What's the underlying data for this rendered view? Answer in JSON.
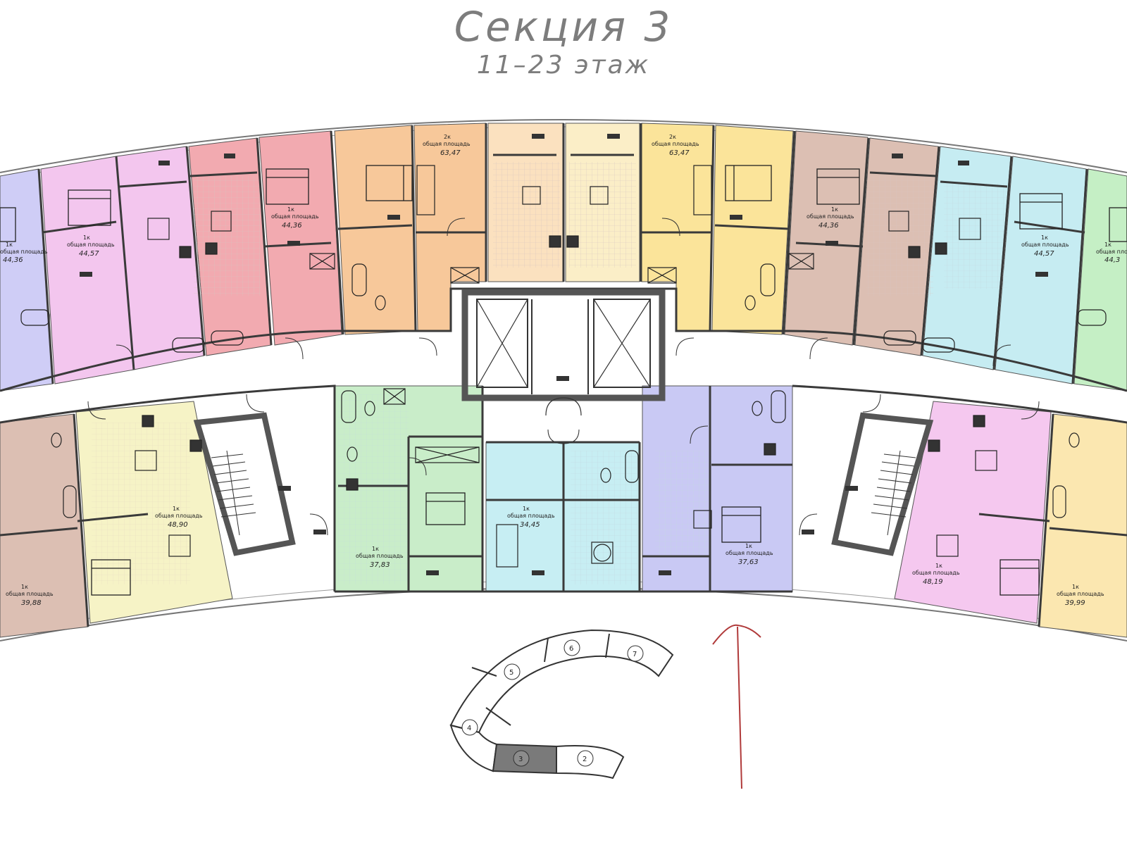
{
  "header": {
    "title": "Секция 3",
    "subtitle": "11–23 этаж"
  },
  "apartments": [
    {
      "id": "a1",
      "rooms": "1к",
      "label": "общая площадь",
      "area": "44,36",
      "color": "#cfcdf6"
    },
    {
      "id": "a2",
      "rooms": "1к",
      "label": "общая площадь",
      "area": "44,57",
      "color": "#f3c6ee"
    },
    {
      "id": "a3",
      "rooms": "1к",
      "label": "общая площадь",
      "area": "44,36",
      "color": "#f2aab0"
    },
    {
      "id": "a4",
      "rooms": "2к",
      "label": "общая площадь",
      "area": "63,47",
      "color": "#f7c89a"
    },
    {
      "id": "a5",
      "rooms": "",
      "label": "",
      "area": "",
      "color": "#fbe1bf"
    },
    {
      "id": "a6",
      "rooms": "",
      "label": "",
      "area": "",
      "color": "#fbeec7"
    },
    {
      "id": "a7",
      "rooms": "2к",
      "label": "общая площадь",
      "area": "63,47",
      "color": "#fbe49a"
    },
    {
      "id": "a8",
      "rooms": "1к",
      "label": "общая площадь",
      "area": "44,36",
      "color": "#dcbfb3"
    },
    {
      "id": "a9",
      "rooms": "1к",
      "label": "общая площадь",
      "area": "44,57",
      "color": "#c6ecf2"
    },
    {
      "id": "a10",
      "rooms": "1к",
      "label": "общая площадь",
      "area": "44,3",
      "color": "#c5efc5"
    },
    {
      "id": "b1",
      "rooms": "1к",
      "label": "общая площадь",
      "area": "39,88",
      "color": "#dcbfb3"
    },
    {
      "id": "b2",
      "rooms": "1к",
      "label": "общая площадь",
      "area": "48,90",
      "color": "#f6f3c6"
    },
    {
      "id": "b3",
      "rooms": "1к",
      "label": "общая площадь",
      "area": "37,83",
      "color": "#c9edc9"
    },
    {
      "id": "b4",
      "rooms": "1к",
      "label": "общая площадь",
      "area": "34,45",
      "color": "#c7eef3"
    },
    {
      "id": "b5",
      "rooms": "1к",
      "label": "общая площадь",
      "area": "37,63",
      "color": "#c9c9f4"
    },
    {
      "id": "b6",
      "rooms": "1к",
      "label": "общая площадь",
      "area": "48,19",
      "color": "#f5c8ef"
    },
    {
      "id": "b7",
      "rooms": "1к",
      "label": "общая площадь",
      "area": "39,99",
      "color": "#fbe7b0"
    }
  ],
  "key_plan": {
    "sections": [
      "2",
      "3",
      "4",
      "5",
      "6",
      "7"
    ],
    "current": "3",
    "current_color": "#7a7a7a"
  },
  "arrow": {
    "color": "#b03a3a"
  }
}
